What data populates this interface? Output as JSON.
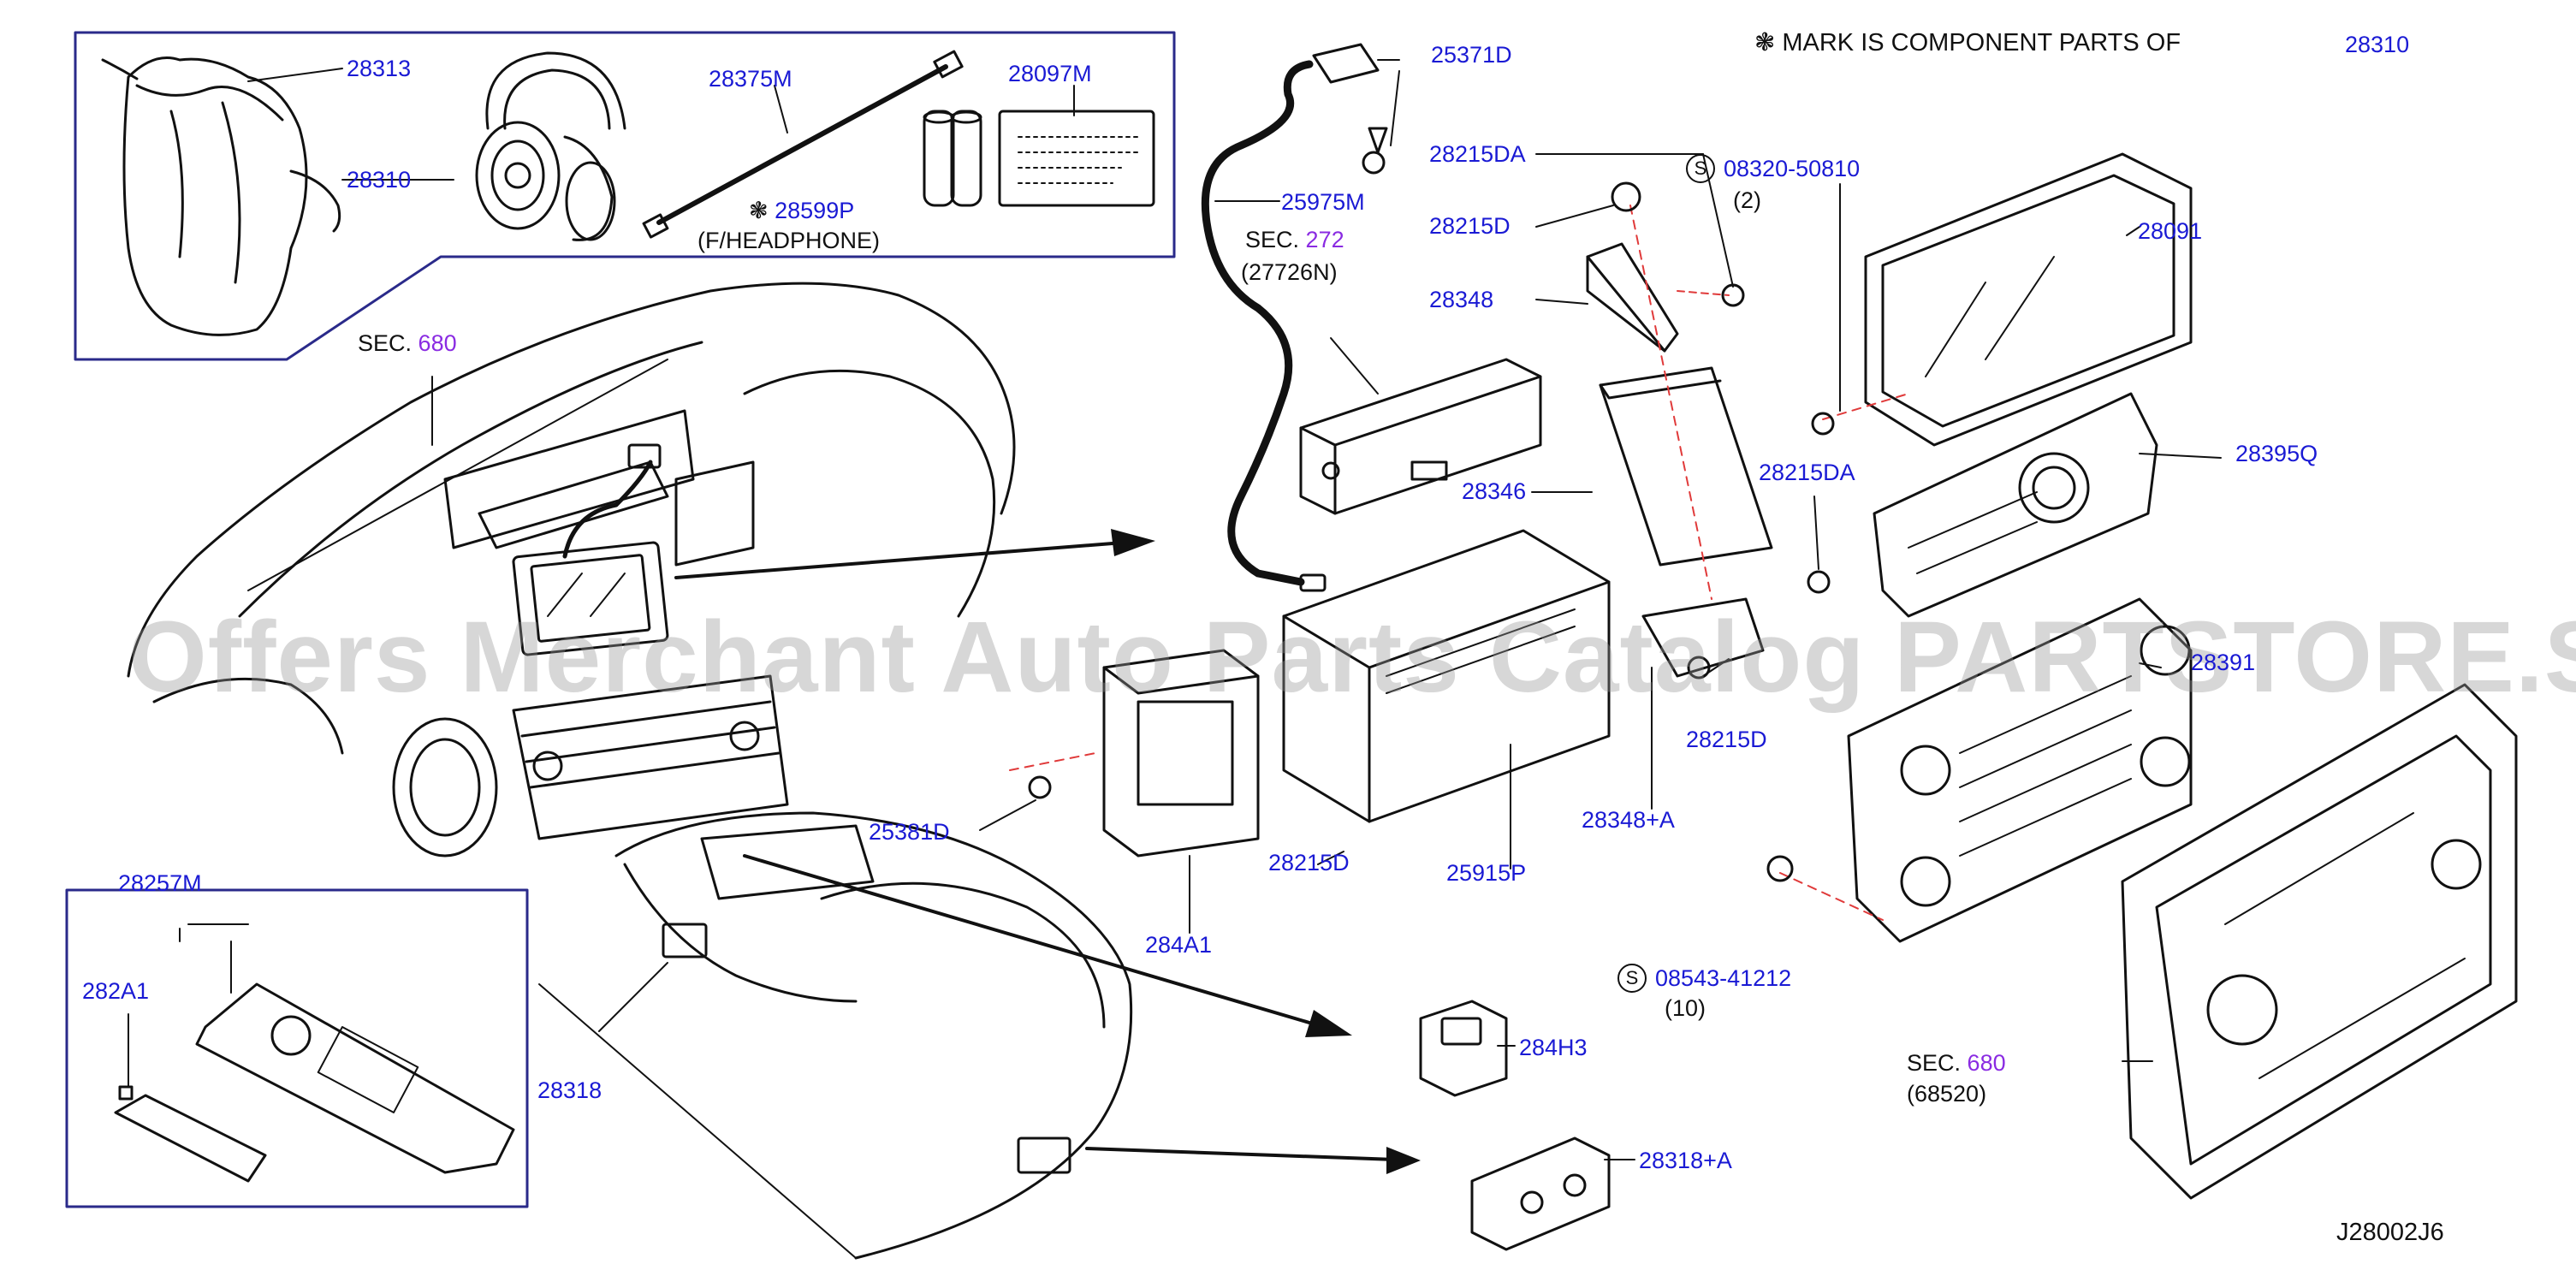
{
  "notes": {
    "mark_text": "MARK IS COMPONENT PARTS OF",
    "mark_part": "28310",
    "diagram_code": "J28002J6",
    "watermark": "Offers Merchant Auto Parts Catalog PARTSTORE.SA"
  },
  "parts": {
    "p28313": "28313",
    "p28310": "28310",
    "p28375M": "28375M",
    "p28097M": "28097M",
    "p28599P": "28599P",
    "headphone_note": "(F/HEADPHONE)",
    "p25371D": "25371D",
    "p28215DA_top": "28215DA",
    "p28215D_top": "28215D",
    "p28348": "28348",
    "p25975M": "25975M",
    "p28346": "28346",
    "p28091": "28091",
    "p28395Q": "28395Q",
    "p28215DA_mid": "28215DA",
    "p28391": "28391",
    "p28215D_right": "28215D",
    "p28348A": "28348+A",
    "p25381D": "25381D",
    "p28215D_bottom": "28215D",
    "p25915P": "25915P",
    "p284A1": "284A1",
    "p28257M": "28257M",
    "p282A1": "282A1",
    "p28318": "28318",
    "p284H3": "284H3",
    "p28318A": "28318+A"
  },
  "sections": {
    "sec_word": "SEC.",
    "sec680_num": "680",
    "sec272_num": "272",
    "sec272_sub": "(27726N)",
    "sec680b_num": "680",
    "sec680b_sub": "(68520)"
  },
  "screws": {
    "s1_code": "08320-50810",
    "s1_qty": "(2)",
    "s2_code": "08543-41212",
    "s2_qty": "(10)",
    "symbol": "S"
  }
}
